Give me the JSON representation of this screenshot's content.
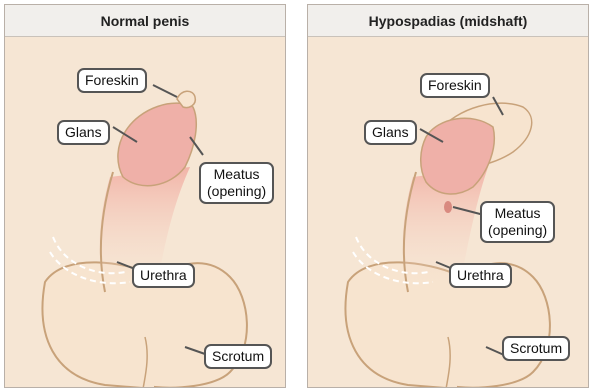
{
  "panels": [
    {
      "title": "Normal penis",
      "labels": {
        "foreskin": "Foreskin",
        "glans": "Glans",
        "meatus_line1": "Meatus",
        "meatus_line2": "(opening)",
        "urethra": "Urethra",
        "scrotum": "Scrotum"
      }
    },
    {
      "title": "Hypospadias (midshaft)",
      "labels": {
        "foreskin": "Foreskin",
        "glans": "Glans",
        "meatus_line1": "Meatus",
        "meatus_line2": "(opening)",
        "urethra": "Urethra",
        "scrotum": "Scrotum"
      }
    }
  ],
  "colors": {
    "background": "#f6e6d4",
    "skin_outline": "#c8a27a",
    "glans": "#efb0a8",
    "header": "#f1efec"
  }
}
